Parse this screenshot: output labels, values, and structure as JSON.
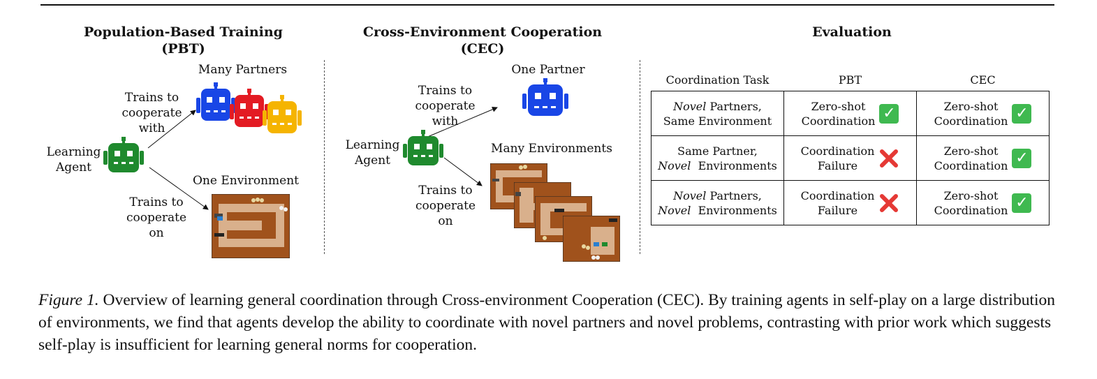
{
  "figure": {
    "pbt": {
      "title_line1": "Population-Based Training",
      "title_line2": "(PBT)",
      "many_partners": "Many Partners",
      "trains_to_cooperate_with": [
        "Trains to",
        "cooperate",
        "with"
      ],
      "learning_agent": [
        "Learning",
        "Agent"
      ],
      "one_environment": "One Environment",
      "trains_to_cooperate_on": [
        "Trains to",
        "cooperate",
        "on"
      ]
    },
    "cec": {
      "title_line1": "Cross-Environment Cooperation",
      "title_line2": "(CEC)",
      "one_partner": "One Partner",
      "trains_to_cooperate_with": [
        "Trains to",
        "cooperate",
        "with"
      ],
      "learning_agent": [
        "Learning",
        "Agent"
      ],
      "many_environments": "Many Environments",
      "trains_to_cooperate_on": [
        "Trains to",
        "cooperate",
        "on"
      ]
    },
    "evaluation": {
      "title": "Evaluation",
      "headers": [
        "Coordination Task",
        "PBT",
        "CEC"
      ],
      "rows": [
        {
          "task_italic_1": "Novel",
          "task_rest_1": " Partners,",
          "task_italic_2": "",
          "task_rest_2": "Same Environment",
          "pbt": [
            "Zero-shot",
            "Coordination"
          ],
          "pbt_mark": "check",
          "cec": [
            "Zero-shot",
            "Coordination"
          ],
          "cec_mark": "check"
        },
        {
          "task_italic_1": "",
          "task_rest_1": "Same Partner,",
          "task_italic_2": "Novel",
          "task_rest_2": "  Environments",
          "pbt": [
            "Coordination",
            "Failure"
          ],
          "pbt_mark": "cross",
          "cec": [
            "Zero-shot",
            "Coordination"
          ],
          "cec_mark": "check"
        },
        {
          "task_italic_1": "Novel",
          "task_rest_1": " Partners,",
          "task_italic_2": "Novel",
          "task_rest_2": "  Environments",
          "pbt": [
            "Coordination",
            "Failure"
          ],
          "pbt_mark": "cross",
          "cec": [
            "Zero-shot",
            "Coordination"
          ],
          "cec_mark": "check"
        }
      ]
    }
  },
  "caption": {
    "label": "Figure 1.",
    "text": " Overview of learning general coordination through Cross-environment Cooperation (CEC). By training agents in self-play on a large distribution of environments, we find that agents develop the ability to coordinate with novel partners and novel problems, contrasting with prior work which suggests self-play is insufficient for learning general norms for cooperation."
  },
  "colors": {
    "robot_green": "#1f8a2e",
    "robot_blue": "#1946e6",
    "robot_red": "#e31b23",
    "robot_yellow": "#f5b400",
    "env_brown": "#a0521c",
    "env_tan": "#d9b08c",
    "check_green": "#3fb950",
    "cross_red": "#e53935"
  }
}
